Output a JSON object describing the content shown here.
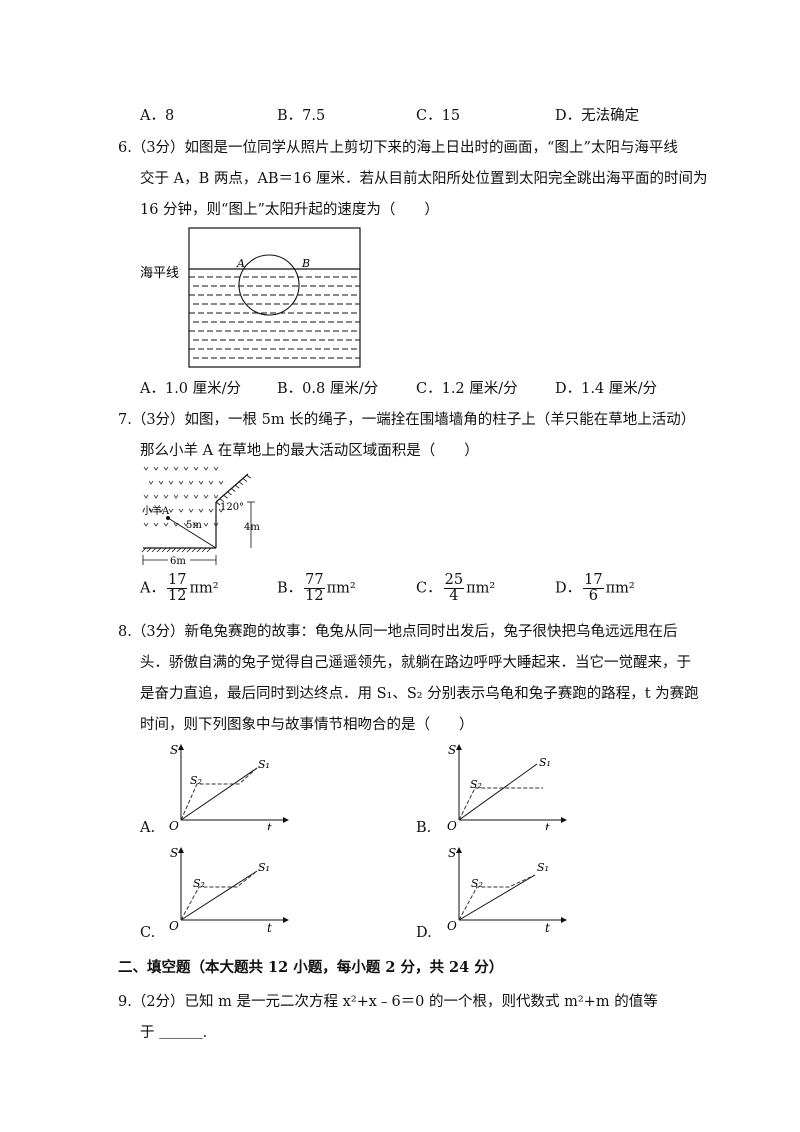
{
  "q5": {
    "options": [
      "A．8",
      "B．7.5",
      "C．15",
      "D．无法确定"
    ]
  },
  "q6": {
    "line1": "6.（3分）如图是一位同学从照片上剪切下来的海上日出时的画面，“图上”太阳与海平线",
    "line2": "交于 A，B 两点，AB＝16 厘米．若从目前太阳所处位置到太阳完全跳出海平面的时间为",
    "line3": "16 分钟，则“图上”太阳升起的速度为（　　）",
    "figure": {
      "sea_label": "海平线",
      "label_a": "A",
      "label_b": "B"
    },
    "options": [
      "A．1.0 厘米/分",
      "B．0.8 厘米/分",
      "C．1.2 厘米/分",
      "D．1.4 厘米/分"
    ]
  },
  "q7": {
    "line1": "7.（3分）如图，一根 5m 长的绳子，一端拴在围墙墙角的柱子上（羊只能在草地上活动）",
    "line2": "那么小羊 A 在草地上的最大活动区域面积是（　　）",
    "figure": {
      "sheep_label": "小羊A",
      "rope_label": "5m",
      "angle_label": "120°",
      "height_label": "4m",
      "width_label": "6m"
    },
    "options": [
      {
        "letter": "A．",
        "num": "17",
        "den": "12",
        "tail": "πm²"
      },
      {
        "letter": "B．",
        "num": "77",
        "den": "12",
        "tail": "πm²"
      },
      {
        "letter": "C．",
        "num": "25",
        "den": "4",
        "tail": "πm²"
      },
      {
        "letter": "D．",
        "num": "17",
        "den": "6",
        "tail": "πm²"
      }
    ]
  },
  "q8": {
    "line1": "8.（3分）新龟兔赛跑的故事：龟兔从同一地点同时出发后，兔子很快把乌龟远远甩在后",
    "line2": "头．骄傲自满的兔子觉得自己遥遥领先，就躺在路边呼呼大睡起来．当它一觉醒来，于",
    "line3": "是奋力直追，最后同时到达终点．用 S₁、S₂ 分别表示乌龟和兔子赛跑的路程，t 为赛跑",
    "line4": "时间，则下列图象中与故事情节相吻合的是（　　）",
    "graph_labels": {
      "y": "S",
      "x": "t",
      "origin": "O",
      "s1": "S₁",
      "s2": "S₂"
    },
    "options": [
      "A.",
      "B.",
      "C.",
      "D."
    ]
  },
  "section2": {
    "title": "二、填空题（本大题共 12 小题，每小题 2 分，共 24 分）"
  },
  "q9": {
    "line1": "9.（2分）已知 m 是一元二次方程 x²+x﹣6＝0 的一个根，则代数式 m²+m 的值等",
    "line2": "于 ＿＿＿."
  }
}
